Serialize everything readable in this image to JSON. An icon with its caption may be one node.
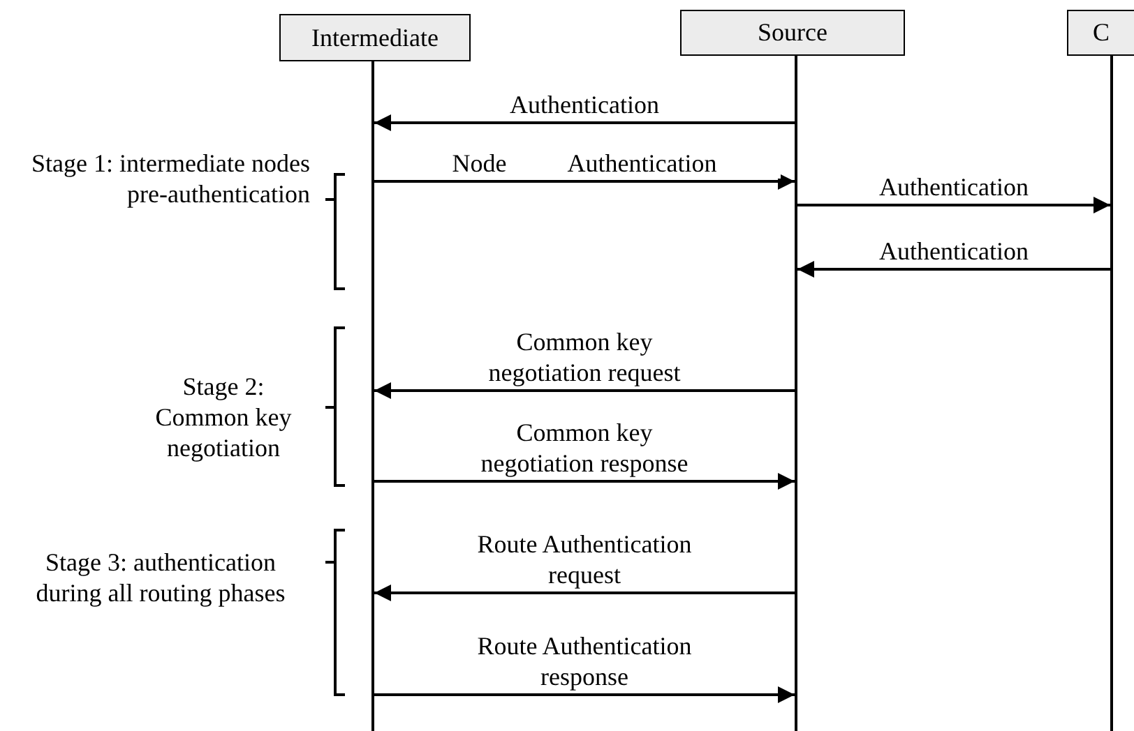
{
  "diagram": {
    "nodes": [
      {
        "text": [
          "Intermediate"
        ]
      },
      {
        "text": [
          "Source"
        ]
      },
      {
        "text": [
          "C"
        ]
      }
    ],
    "edges": [
      {
        "from": 1,
        "to": 0,
        "arrow": "to",
        "label": "Authentication"
      },
      {
        "from": 0,
        "to": 1,
        "arrow": "to",
        "label": "Node Authentication"
      },
      {
        "from": 1,
        "to": 2,
        "arrow": "to",
        "label": "Authentication"
      },
      {
        "from": 2,
        "to": 1,
        "arrow": "to",
        "label": "Authentication"
      },
      {
        "from": 1,
        "to": 0,
        "arrow": "to",
        "label": "Common key negotiation request"
      },
      {
        "from": 0,
        "to": 1,
        "arrow": "to",
        "label": "Common key negotiation response"
      },
      {
        "from": 1,
        "to": 0,
        "arrow": "to",
        "label": "Route Authentication request"
      },
      {
        "from": 0,
        "to": 1,
        "arrow": "to",
        "label": "Route Authentication response"
      }
    ],
    "labels": [
      "Stage 1: intermediate nodes pre-authentication",
      "Stage 2: Common key negotiation",
      "Stage 3: authentication during all routing phases"
    ]
  }
}
